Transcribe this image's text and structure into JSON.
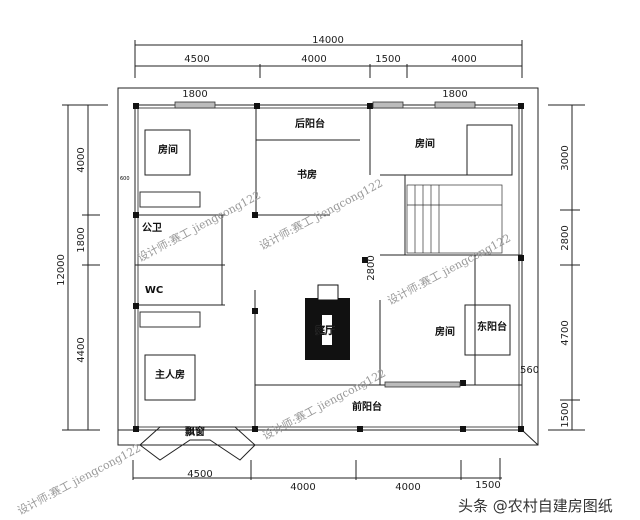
{
  "dimensions": {
    "top_total": "14000",
    "top": [
      "4500",
      "4000",
      "1500",
      "4000"
    ],
    "bottom": [
      "4500",
      "4000",
      "4000",
      "1500"
    ],
    "left_total": "12000",
    "left": [
      "4000",
      "1800",
      "4400"
    ],
    "right": [
      "3000",
      "2800",
      "4700",
      "1500"
    ],
    "window_left": "1800",
    "window_right": "1800",
    "inner_2800": "2800",
    "right_560": "560",
    "small_600": "600"
  },
  "rooms": {
    "bedroom_nw": "房间",
    "back_balcony": "后阳台",
    "study": "书房",
    "bedroom_ne": "房间",
    "public_bath": "公卫",
    "wc": "WC",
    "hall": "庭厅",
    "bedroom_e": "房间",
    "east_balcony": "东阳台",
    "master_bedroom": "主人房",
    "front_balcony": "前阳台",
    "bay_window": "飘窗"
  },
  "watermark": "设计师:赛工 jiengcong122",
  "brand": "头条 @农村自建房图纸"
}
